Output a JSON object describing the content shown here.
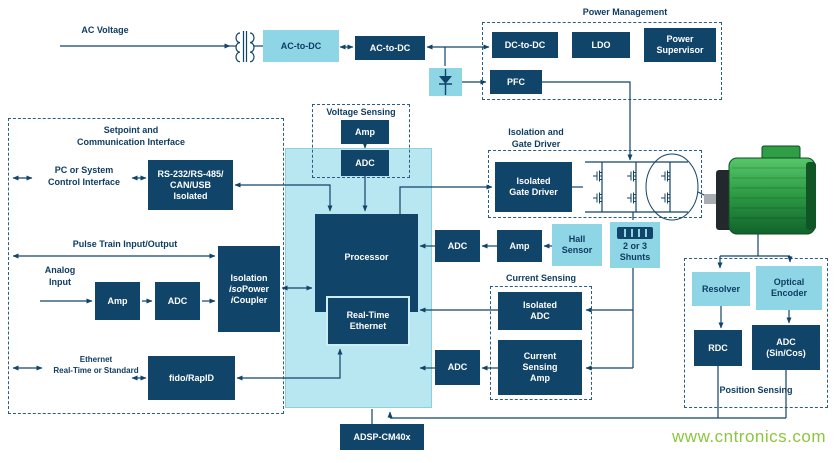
{
  "palette": {
    "navy": "#114469",
    "light_blue": "#8ed5e6",
    "cyan_region": "#b8e7f1",
    "label_navy": "#0f3d61",
    "watermark_green": "#8cc63e",
    "background": "#ffffff"
  },
  "power": {
    "ac_voltage_label": "AC Voltage",
    "ac_dc_isolated": "AC-to-DC",
    "ac_dc": "AC-to-DC",
    "section_label": "Power Management",
    "dc_dc": "DC-to-DC",
    "ldo": "LDO",
    "supervisor": "Power\nSupervisor",
    "pfc": "PFC"
  },
  "setpoint": {
    "section_label": "Setpoint and\nCommunication Interface",
    "pc_label": "PC or System\nControl Interface",
    "rs232": "RS-232/RS-485/\nCAN/USB\nIsolated",
    "pulse_label": "Pulse Train Input/Output",
    "analog_label": "Analog\nInput",
    "amp": "Amp",
    "adc": "ADC",
    "isolation_line1": "Isolation",
    "isolation_line2_italic": "iso",
    "isolation_line2_rest": "Power",
    "isolation_line3_italic": "i",
    "isolation_line3_rest": "Coupler",
    "ethernet_label": "Ethernet\nReal-Time or Standard",
    "fido": "fido/RapID"
  },
  "voltage_sensing": {
    "section_label": "Voltage Sensing",
    "amp": "Amp",
    "adc": "ADC"
  },
  "soc": {
    "processor": "Processor",
    "realtime_ethernet": "Real-Time\nEthernet",
    "part_number": "ADSP-CM40x"
  },
  "gate_drive": {
    "section_label": "Isolation and\nGate Driver",
    "isolated_gate_driver": "Isolated\nGate Driver"
  },
  "current_sensing": {
    "section_label": "Current Sensing",
    "adc_feedback": "ADC",
    "amp_feedback": "Amp",
    "hall_sensor": "Hall\nSensor",
    "shunts": "2 or 3\nShunts",
    "isolated_adc": "Isolated\nADC",
    "adc": "ADC",
    "current_sensing_amp": "Current\nSensing\nAmp"
  },
  "position_sensing": {
    "section_label": "Position Sensing",
    "resolver": "Resolver",
    "optical_encoder": "Optical\nEncoder",
    "rdc": "RDC",
    "adc_sincos": "ADC\n(Sin/Cos)"
  },
  "watermark": "www.cntronics.com"
}
